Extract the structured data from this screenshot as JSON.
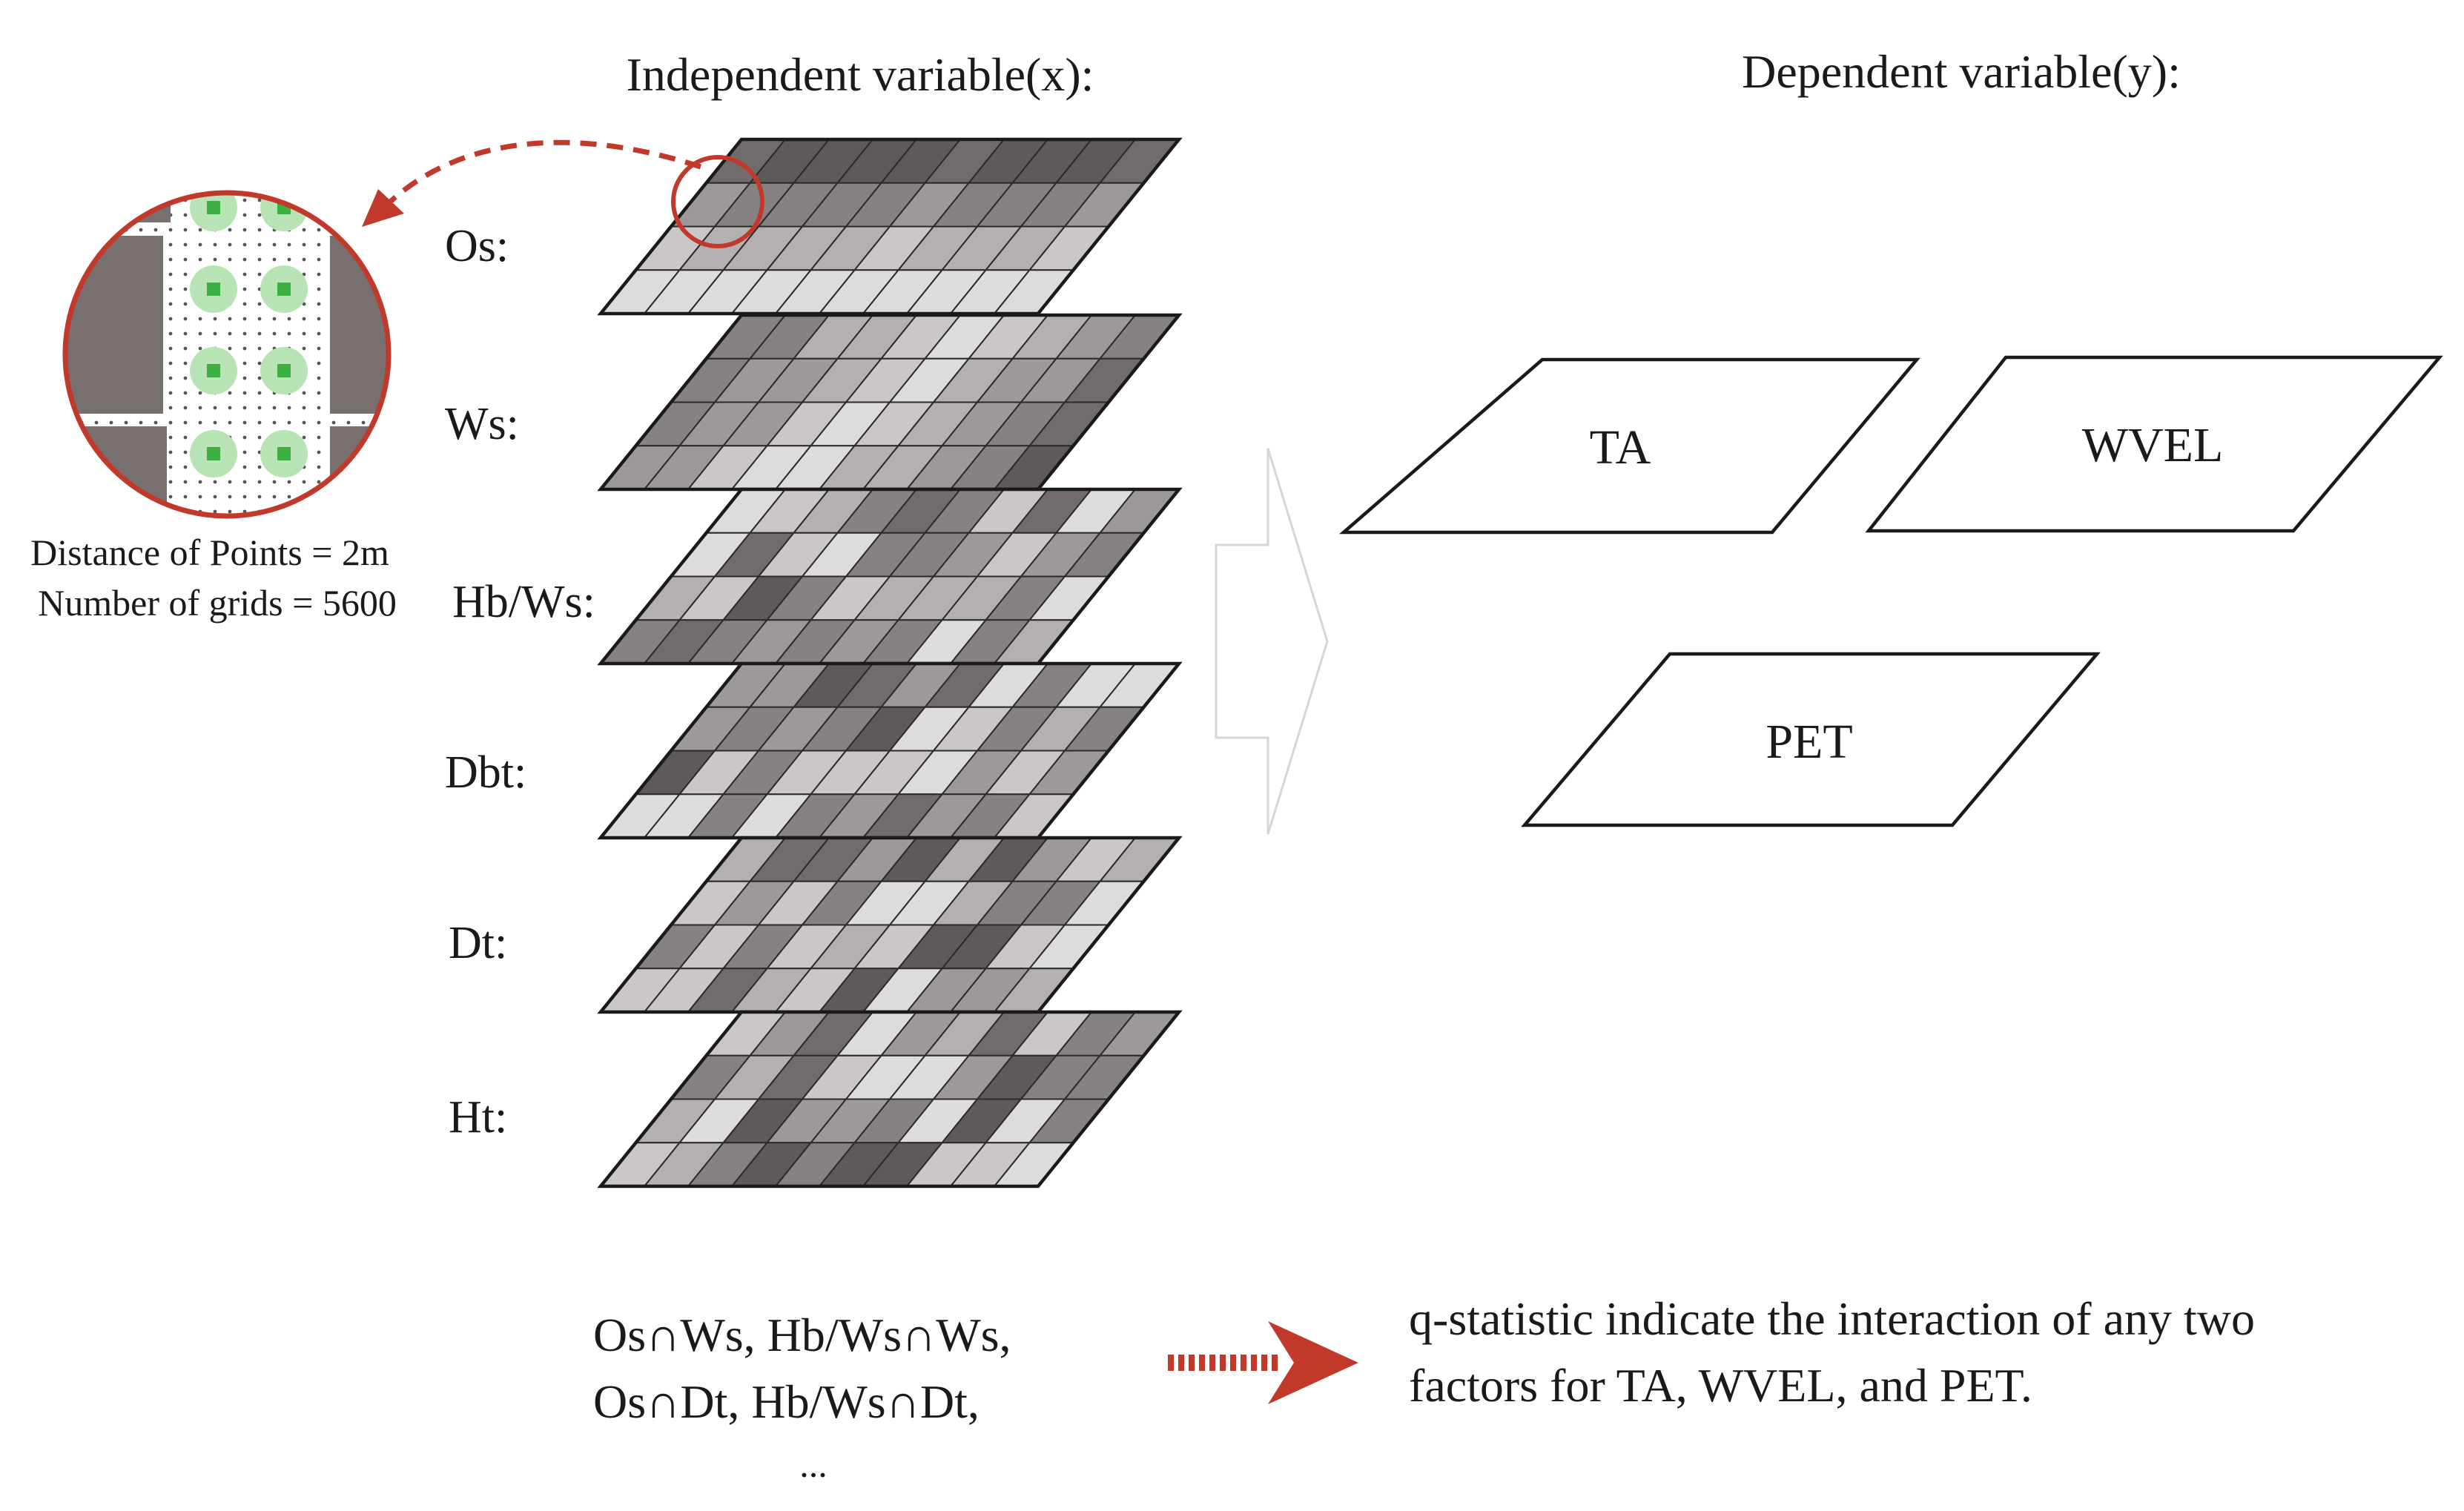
{
  "headers": {
    "independent": "Independent variable(x):",
    "dependent": "Dependent variable(y):"
  },
  "inset": {
    "distance_text": "Distance of Points = 2m",
    "grids_text": "Number of grids = 5600"
  },
  "layers": [
    {
      "label": "Os:"
    },
    {
      "label": "Ws:"
    },
    {
      "label": "Hb/Ws:"
    },
    {
      "label": "Dbt:"
    },
    {
      "label": "Dt:"
    },
    {
      "label": "Ht:"
    }
  ],
  "outputs": [
    {
      "label": "TA"
    },
    {
      "label": "WVEL"
    },
    {
      "label": "PET"
    }
  ],
  "interactions": {
    "line1": "Os∩Ws, Hb/Ws∩Ws,",
    "line2": "Os∩Dt, Hb/Ws∩Dt,",
    "line3": "..."
  },
  "result": {
    "line1": "q-statistic indicate the  interaction of any two",
    "line2": "factors for TA, WVEL, and PET."
  },
  "colors": {
    "arrow_red": "#c0392b",
    "circle_red": "#d23a3a",
    "grid_line": "#2a2a2a",
    "block_dark": "#77706f",
    "dot_green": "#3cb043",
    "halo_green": "#b8e3b5"
  }
}
